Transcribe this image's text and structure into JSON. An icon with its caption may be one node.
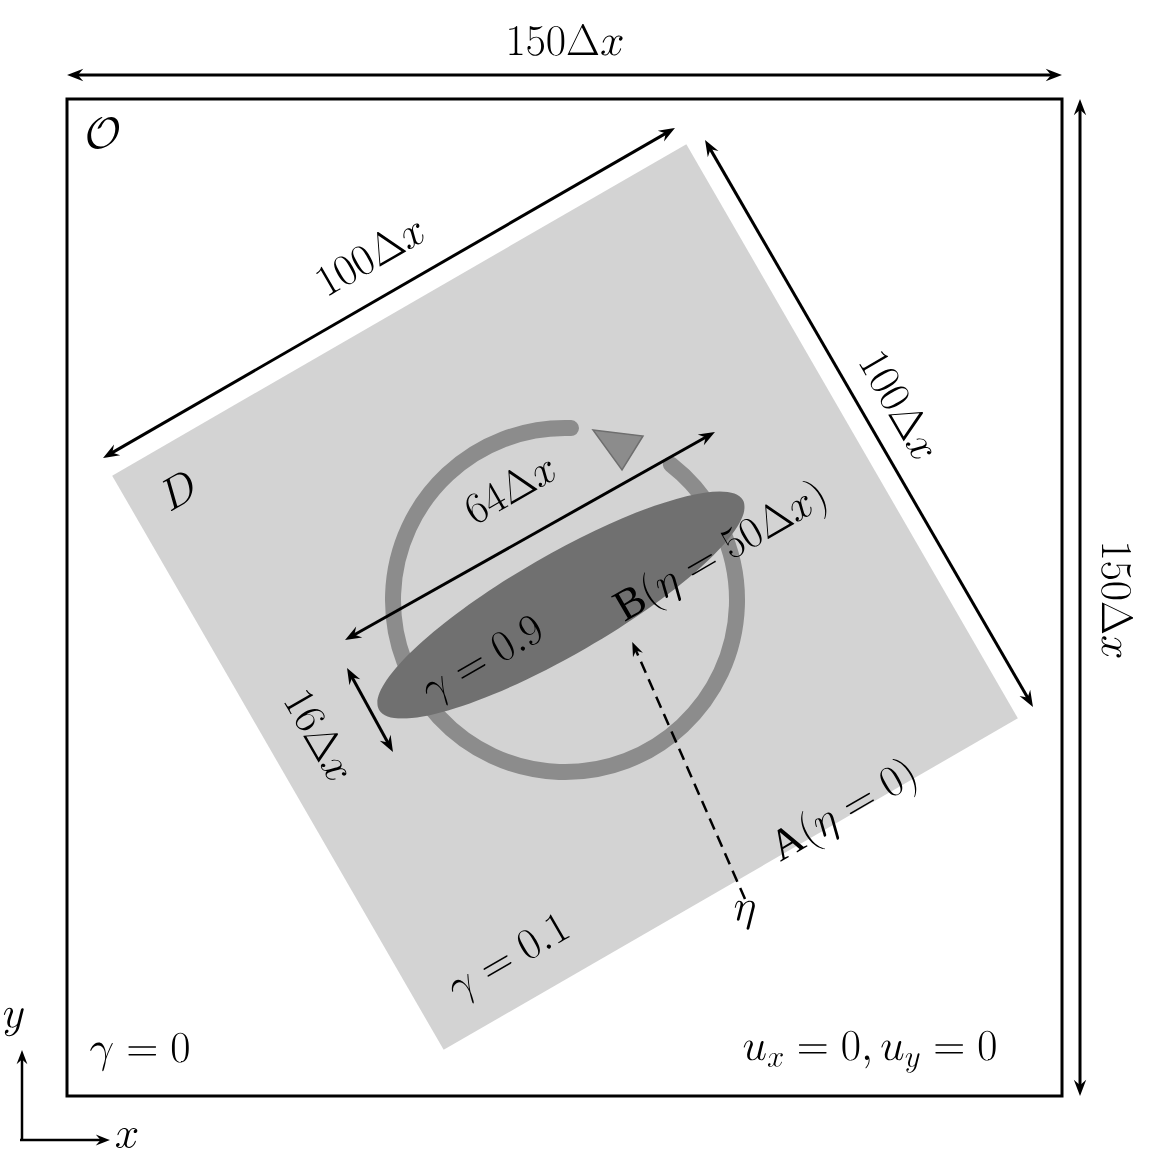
{
  "diagram": {
    "nodes": [
      {
        "text": [
          "\\mathcal{O}",
          "\\gamma=0",
          "u_x=0, u_y=0"
        ]
      },
      {
        "text": [
          "D",
          "\\gamma=0.1"
        ],
        "in": 0
      },
      {
        "text": [
          "\\gamma=0.9"
        ],
        "in": 1
      },
      {
        "text": [
          "\\eta"
        ],
        "in": 0
      },
      {
        "text": [
          "\\mathrm{B}(\\eta=50\\Delta x)"
        ],
        "in": 1
      }
    ],
    "edges": [
      {
        "from": 3,
        "to": 4,
        "arrow": "to",
        "style": "dashed"
      }
    ],
    "labels": [
      "150\\Delta x",
      "150\\Delta x",
      "100\\Delta x",
      "100\\Delta x",
      "64\\Delta x",
      "16\\Delta x",
      "\\mathrm{A}(\\eta=0)",
      "y",
      "x"
    ]
  }
}
